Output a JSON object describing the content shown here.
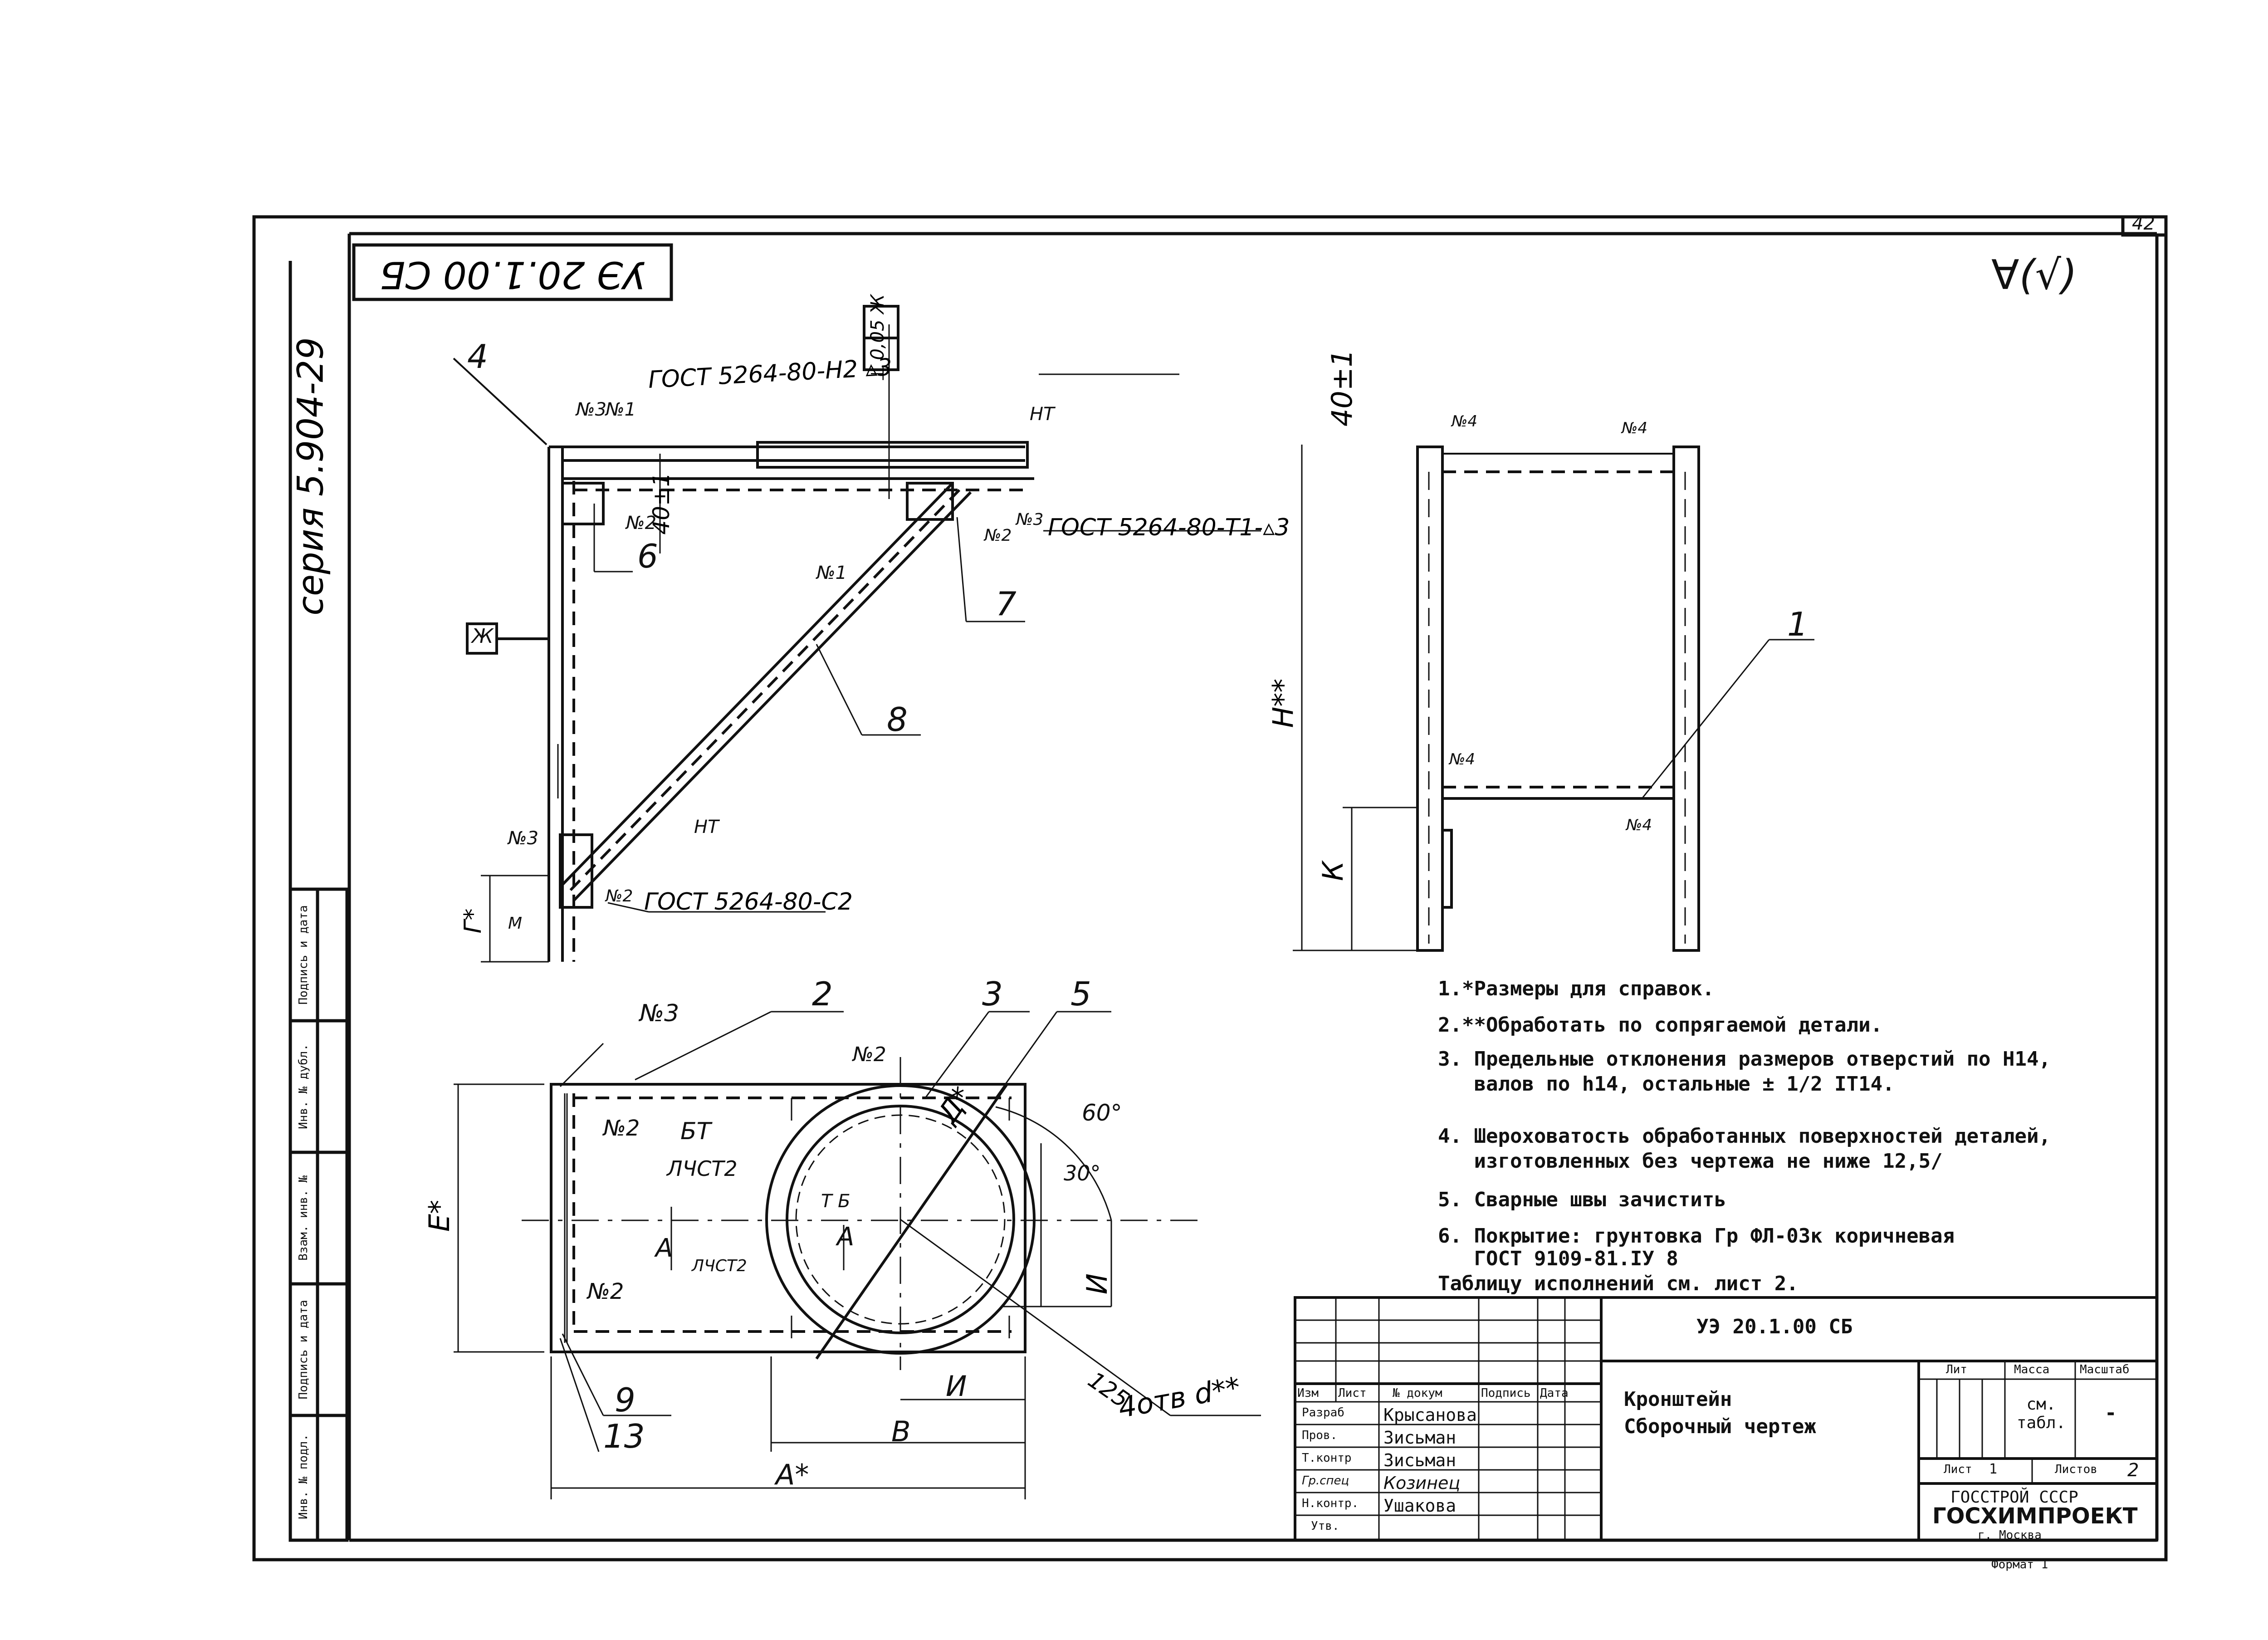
{
  "sheet": {
    "sheet_number": "42",
    "stamp_rotated": "УЭ 20.1.00 СБ",
    "series": "серия 5.904-29",
    "corner_mark": "∀(√)"
  },
  "left_strip": {
    "labels": [
      "Подпись и дата",
      "Инв. № дубл.",
      "Взам. инв. №",
      "Подпись и дата",
      "Инв. № подл."
    ]
  },
  "callouts": {
    "c4": "4",
    "c6": "6",
    "c7": "7",
    "c8": "8",
    "c1": "1",
    "c2": "2",
    "c3": "3",
    "c5": "5",
    "c9": "9",
    "c13": "13"
  },
  "weld_labels": {
    "weld_top": "ГОСТ 5264-80-Н2 ▵3",
    "weld_right": "ГОСТ 5264-80-Т1-▵3",
    "weld_bottom": "ГОСТ 5264-80-С2",
    "n3a": "№3",
    "n1": "№1",
    "n2a": "№2",
    "n3b": "№3",
    "n2b": "№2",
    "n1b": "№1",
    "nt1": "НТ",
    "n3c": "№3",
    "nt2": "НТ",
    "n2c": "№2",
    "m": "М",
    "n4a": "№4",
    "n4b": "№4",
    "n4c": "№4",
    "n4d": "№4",
    "n3d": "№3",
    "n2d": "№2",
    "n2e": "№2",
    "n2f": "№2",
    "bt": "БТ",
    "lit2a": "ЛЧСТ2",
    "lit2b": "ЛЧСТ2",
    "tb": "Т Б"
  },
  "dims": {
    "d40a": "40±1",
    "d40b": "40±1",
    "g": "Г*",
    "zh1": "Ж",
    "tol": "⊥ 0,05 Ж",
    "h": "Н**",
    "k": "К",
    "e": "Е*",
    "a1": "А",
    "a2": "А",
    "a3": "А*",
    "d": "Д*",
    "i1": "И",
    "i2": "И",
    "b": "В",
    "ang60": "60°",
    "ang30": "30°",
    "d125": "125",
    "holes": "4отв d**"
  },
  "notes": [
    "1.*Размеры для справок.",
    "2.**Обработать по сопрягаемой детали.",
    "3. Предельные отклонения размеров отверстий по Н14,",
    "   валов по h14, остальные ± 1/2 IT14.",
    "4. Шероховатость обработанных поверхностей деталей,",
    "   изготовленных без чертежа не ниже 12,5/",
    "5. Сварные швы зачистить",
    "6. Покрытие: грунтовка Гр ФЛ-03к коричневая",
    "   ГОСТ 9109-81.IУ 8",
    "Таблицу исполнений см. лист 2."
  ],
  "title_block": {
    "doc_code": "УЭ 20.1.00 СБ",
    "name_line1": "Кронштейн",
    "name_line2": "Сборочный чертеж",
    "headers": {
      "izm": "Изм",
      "list": "Лист",
      "doc": "№ докум",
      "sign": "Подпись",
      "date": "Дата"
    },
    "roles": [
      {
        "role": "Разраб",
        "name": "Крысанова"
      },
      {
        "role": "Пров.",
        "name": "Зисьман"
      },
      {
        "role": "Т.контр",
        "name": "Зисьман"
      },
      {
        "role": "Гр.спец",
        "name": "Козинец"
      },
      {
        "role": "Н.контр.",
        "name": "Ушакова"
      },
      {
        "role": "Утв.",
        "name": ""
      }
    ],
    "lit_label": "Лит",
    "mass_label": "Масса",
    "scale_label": "Масштаб",
    "mass_value": "см. табл.",
    "scale_value": "-",
    "sheet_label": "Лист",
    "sheet_value": "1",
    "sheets_label": "Листов",
    "sheets_value": "2",
    "org1": "ГОССТРОЙ СССР",
    "org2": "ГОСХИМПРОЕКТ",
    "org3": "г. Москва"
  },
  "format": "Формат 1"
}
